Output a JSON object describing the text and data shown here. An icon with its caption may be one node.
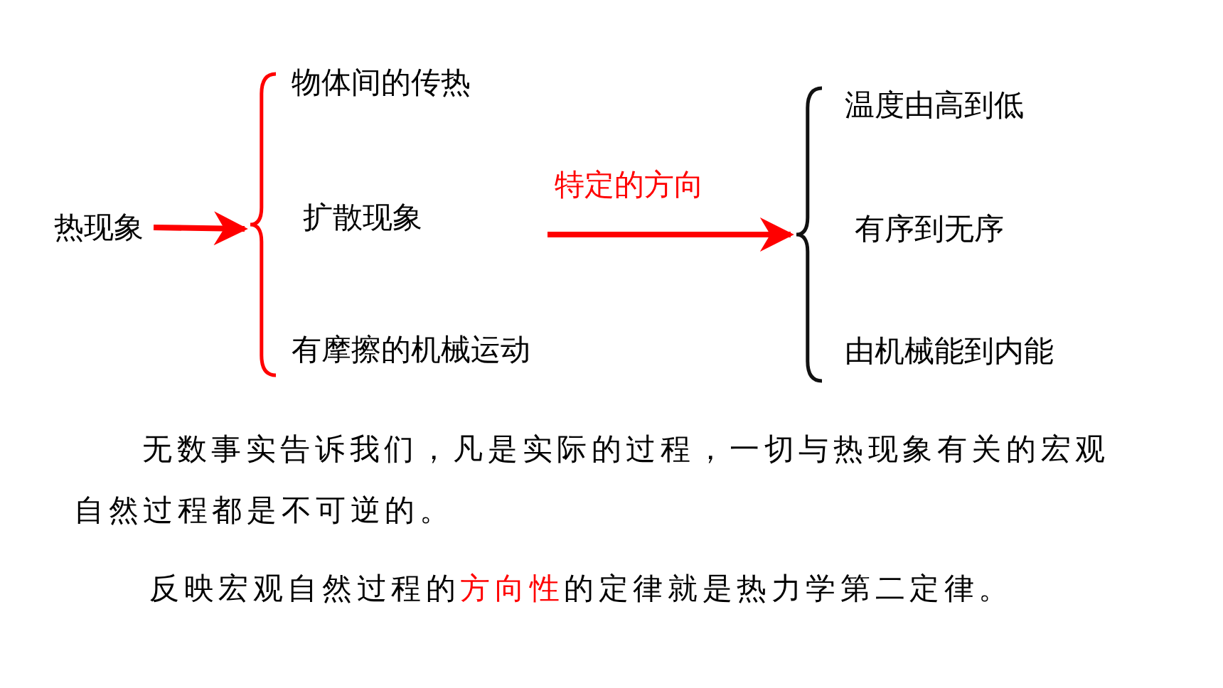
{
  "diagram": {
    "nodes": [
      {
        "text": [
          "热现象"
        ]
      },
      {
        "text": [],
        "shape": "brace"
      },
      {
        "text": [
          "物体间的传热"
        ]
      },
      {
        "text": [
          "扩散现象"
        ]
      },
      {
        "text": [
          "有摩擦的机械运动"
        ]
      },
      {
        "text": [],
        "shape": "brace"
      },
      {
        "text": [
          "温度由高到低"
        ]
      },
      {
        "text": [
          "有序到无序"
        ]
      },
      {
        "text": [
          "由机械能到内能"
        ]
      }
    ],
    "edges": [
      {
        "from": 0,
        "to": 1,
        "arrow": "to"
      },
      {
        "from": null,
        "to": 5,
        "arrow": "to",
        "label": "特定的方向"
      }
    ],
    "labels": [
      "无数事实告诉我们，凡是实际的过程，一切与热现象有关的宏观自然过程都是不可逆的。",
      "反映宏观自然过程的**方向性**的定律就是热力学第二定律。"
    ]
  }
}
